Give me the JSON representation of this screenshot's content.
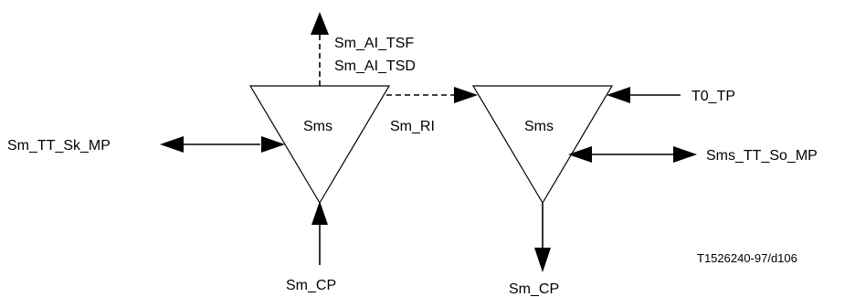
{
  "diagram": {
    "left_block": {
      "name": "Sms",
      "input_top_signals": [
        "Sm_AI_TSF",
        "Sm_AI_TSD"
      ],
      "management_point": "Sm_TT_Sk_MP",
      "bottom_point": "Sm_CP",
      "reference_link": "Sm_RI"
    },
    "right_block": {
      "name": "Sms",
      "timing_point": "T0_TP",
      "management_point": "Sms_TT_So_MP",
      "bottom_point": "Sm_CP"
    },
    "figure_id": "T1526240-97/d106",
    "colors": {
      "stroke": "#000000",
      "fill": "#ffffff"
    }
  }
}
